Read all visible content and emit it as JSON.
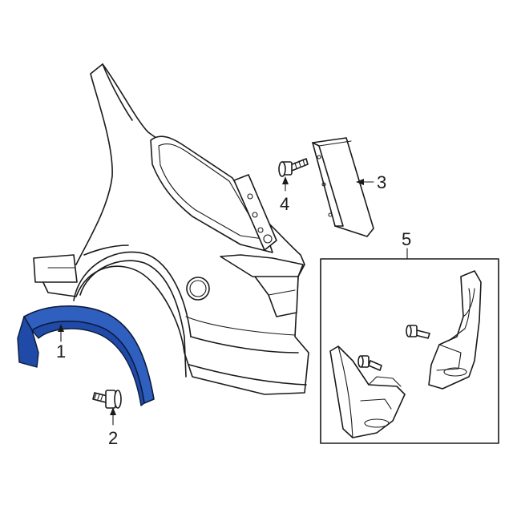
{
  "callouts": {
    "c1": "1",
    "c2": "2",
    "c3": "3",
    "c4": "4",
    "c5": "5"
  },
  "colors": {
    "highlight_part": "#2f5fbf",
    "line": "#1a1a1a",
    "background": "#ffffff"
  }
}
